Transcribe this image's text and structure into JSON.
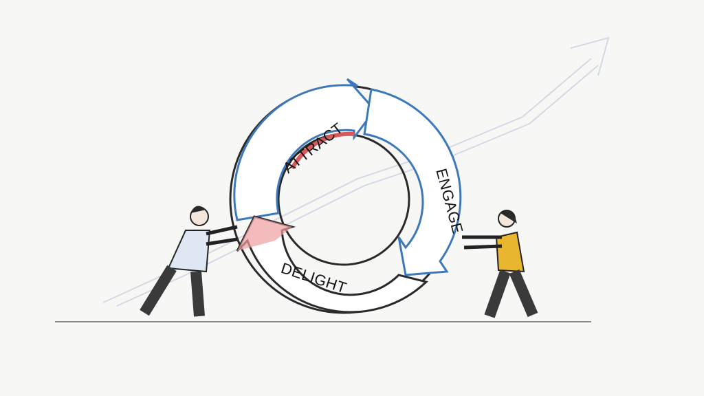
{
  "diagram": {
    "type": "flywheel",
    "segments": [
      {
        "label": "ATTRACT",
        "color": "#d9585c"
      },
      {
        "label": "ENGAGE",
        "color": "#3d78b8"
      },
      {
        "label": "DELIGHT",
        "color": "#e07074"
      }
    ],
    "figures": [
      {
        "role": "person-left",
        "shirt": "#dfe7f3",
        "pants": "#3a3a3a"
      },
      {
        "role": "person-right",
        "vest": "#e8b72f",
        "pants": "#3a3a3a"
      }
    ],
    "background_arrow": "growth-trend"
  }
}
